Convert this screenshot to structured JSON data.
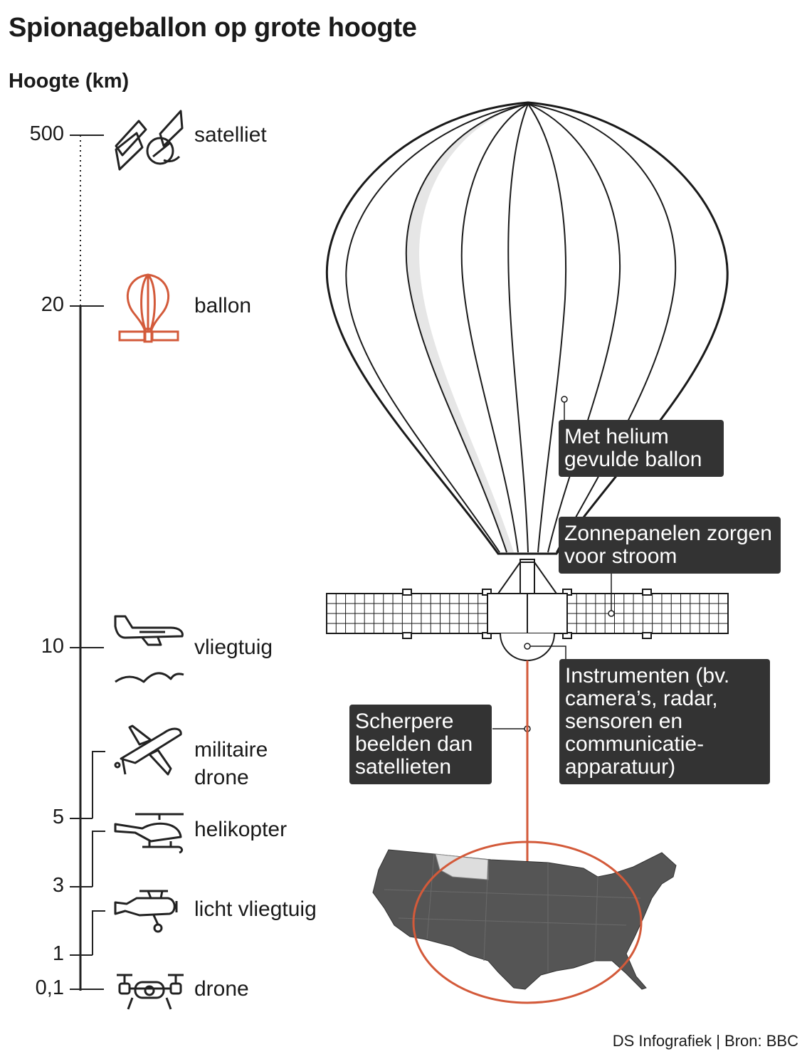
{
  "title": "Spionageballon op grote hoogte",
  "axis_title": "Hoogte (km)",
  "ticks": [
    "500",
    "20",
    "10",
    "5",
    "3",
    "1",
    "0,1"
  ],
  "vehicles": [
    {
      "label": "satelliet",
      "icon": "satellite-icon"
    },
    {
      "label": "ballon",
      "icon": "balloon-icon"
    },
    {
      "label": "vliegtuig",
      "icon": "airplane-icon"
    },
    {
      "label": "militaire drone",
      "icon": "military-drone-icon"
    },
    {
      "label": "helikopter",
      "icon": "helicopter-icon"
    },
    {
      "label": "licht vliegtuig",
      "icon": "light-aircraft-icon"
    },
    {
      "label": "drone",
      "icon": "quadcopter-drone-icon"
    }
  ],
  "callouts": {
    "helium": "Met helium gevulde ballon",
    "solar": "Zonnepanelen zorgen voor stroom",
    "instruments": "Instrumenten (bv. camera’s, radar, sensoren en communicatie-apparatuur)",
    "sharper": "Scherpere beelden dan satellieten"
  },
  "source": "DS Infografiek | Bron: BBC",
  "colors": {
    "accent": "#d35a3a",
    "callout_bg": "#333333",
    "map_fill": "#555555",
    "map_highlight": "#dddddd",
    "balloon_shade": "#e8e8e8"
  }
}
